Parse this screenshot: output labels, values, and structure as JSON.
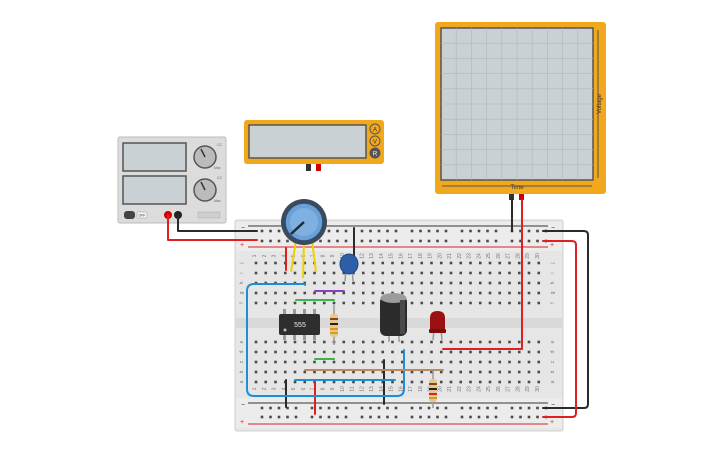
{
  "power_supply": {
    "knob1_labels": [
      "CC",
      "Max"
    ],
    "knob2_labels": [
      "CC",
      "Max"
    ],
    "off_label": "OFF"
  },
  "multimeter": {
    "modes": [
      "A",
      "V",
      "R"
    ]
  },
  "oscilloscope": {
    "xlabel": "Time",
    "ylabel": "Voltage"
  },
  "breadboard": {
    "column_numbers": [
      "1",
      "2",
      "3",
      "4",
      "5",
      "6",
      "7",
      "8",
      "9",
      "10",
      "11",
      "12",
      "13",
      "14",
      "15",
      "16",
      "17",
      "18",
      "19",
      "20",
      "21",
      "22",
      "23",
      "24",
      "25",
      "26",
      "27",
      "28",
      "29",
      "30"
    ],
    "top_rows": [
      "j",
      "i",
      "h",
      "g",
      "f"
    ],
    "bottom_rows": [
      "e",
      "d",
      "c",
      "b",
      "a"
    ],
    "rail_minus": "−",
    "rail_plus": "+"
  },
  "chip": {
    "label": "555"
  },
  "colors": {
    "instrument_frame": "#f2a81c",
    "screen": "#c9d1d4",
    "wire_red": "#e02020",
    "wire_black": "#2a2a2a",
    "wire_blue": "#1e8fd6",
    "wire_green": "#39b54a",
    "wire_purple": "#8a3fc0",
    "wire_brown": "#b98a62",
    "wire_yellow": "#f1d000",
    "breadboard": "#e6e6e6"
  }
}
